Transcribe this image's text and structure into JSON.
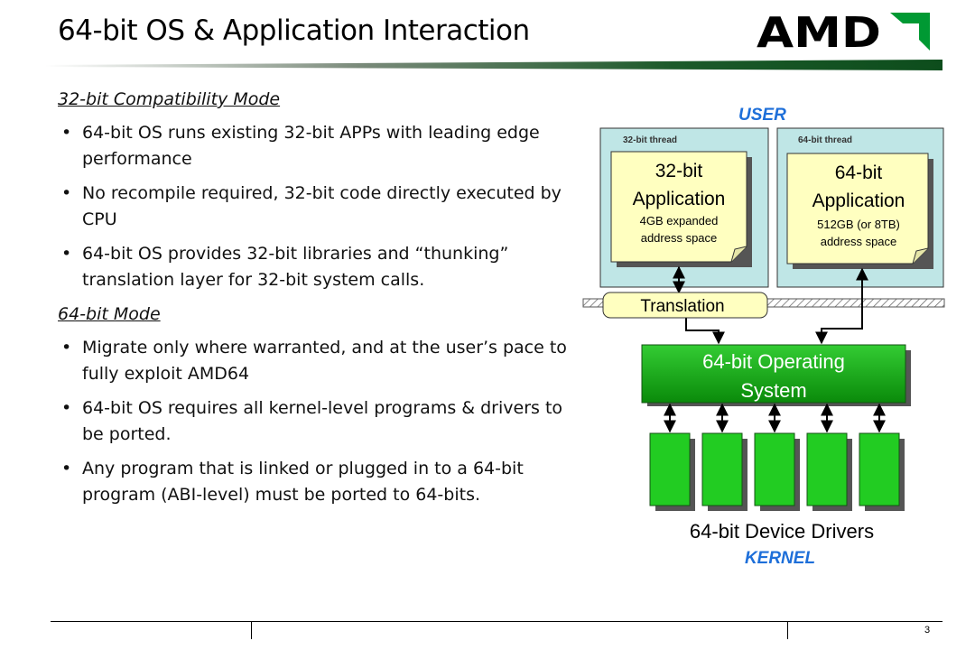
{
  "title": "64-bit OS & Application Interaction",
  "logo_text": "AMD",
  "page_number": "3",
  "colors": {
    "accent_green": "#009933",
    "user_blue": "#1e6fd9",
    "note_yellow": "#ffffc0",
    "panel_teal": "#bfe6e6",
    "driver_green": "#22cc22"
  },
  "left": {
    "section1": "32-bit Compatibility Mode",
    "bullets1": [
      "64-bit OS runs existing 32-bit APPs with leading edge performance",
      "No recompile required, 32-bit code directly executed by CPU",
      "64-bit OS provides 32-bit libraries and “thunking” translation layer for 32-bit system calls."
    ],
    "section2": "64-bit Mode",
    "bullets2": [
      "Migrate only where warranted, and at the user’s pace to fully exploit AMD64",
      "64-bit OS requires all kernel-level programs & drivers to be ported.",
      "Any program that is linked or plugged in to a 64-bit program (ABI-level) must be ported to 64-bits."
    ]
  },
  "diagram": {
    "user_label": "USER",
    "kernel_label": "KERNEL",
    "thread32_label": "32-bit thread",
    "thread64_label": "64-bit thread",
    "app32": {
      "line1": "32-bit",
      "line2": "Application",
      "line3": "4GB expanded",
      "line4": "address space"
    },
    "app64": {
      "line1": "64-bit",
      "line2": "Application",
      "line3": "512GB (or 8TB)",
      "line4": "address space"
    },
    "translation_label": "Translation",
    "os": {
      "line1": "64-bit Operating",
      "line2": "System"
    },
    "drivers_label": "64-bit Device Drivers"
  }
}
